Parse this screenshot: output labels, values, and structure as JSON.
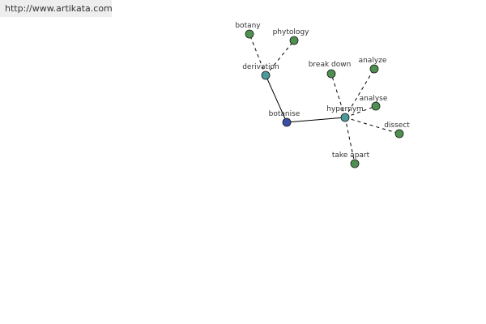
{
  "source_url": "http://www.artikata.com",
  "colors": {
    "link_line": "#000000",
    "center_node": "#3b4ea3",
    "hub_node": "#4d9a9a",
    "leaf_node": "#4f8f4f",
    "node_stroke": "#1a1a1a"
  },
  "nodes": [
    {
      "id": "botanise",
      "label": "botanise",
      "kind": "center"
    },
    {
      "id": "derivation",
      "label": "derivation",
      "kind": "hub"
    },
    {
      "id": "hypernym",
      "label": "hypernym",
      "kind": "hub"
    },
    {
      "id": "botany",
      "label": "botany",
      "kind": "leaf"
    },
    {
      "id": "phytology",
      "label": "phytology",
      "kind": "leaf"
    },
    {
      "id": "break-down",
      "label": "break down",
      "kind": "leaf"
    },
    {
      "id": "analyze",
      "label": "analyze",
      "kind": "leaf"
    },
    {
      "id": "analyse",
      "label": "analyse",
      "kind": "leaf"
    },
    {
      "id": "dissect",
      "label": "dissect",
      "kind": "leaf"
    },
    {
      "id": "take-apart",
      "label": "take apart",
      "kind": "leaf"
    }
  ],
  "edges": [
    {
      "from": "botanise",
      "to": "derivation",
      "style": "solid"
    },
    {
      "from": "botanise",
      "to": "hypernym",
      "style": "solid"
    },
    {
      "from": "derivation",
      "to": "botany",
      "style": "dashed"
    },
    {
      "from": "derivation",
      "to": "phytology",
      "style": "dashed"
    },
    {
      "from": "hypernym",
      "to": "break-down",
      "style": "dashed"
    },
    {
      "from": "hypernym",
      "to": "analyze",
      "style": "dashed"
    },
    {
      "from": "hypernym",
      "to": "analyse",
      "style": "dashed"
    },
    {
      "from": "hypernym",
      "to": "dissect",
      "style": "dashed"
    },
    {
      "from": "hypernym",
      "to": "take-apart",
      "style": "dashed"
    }
  ]
}
